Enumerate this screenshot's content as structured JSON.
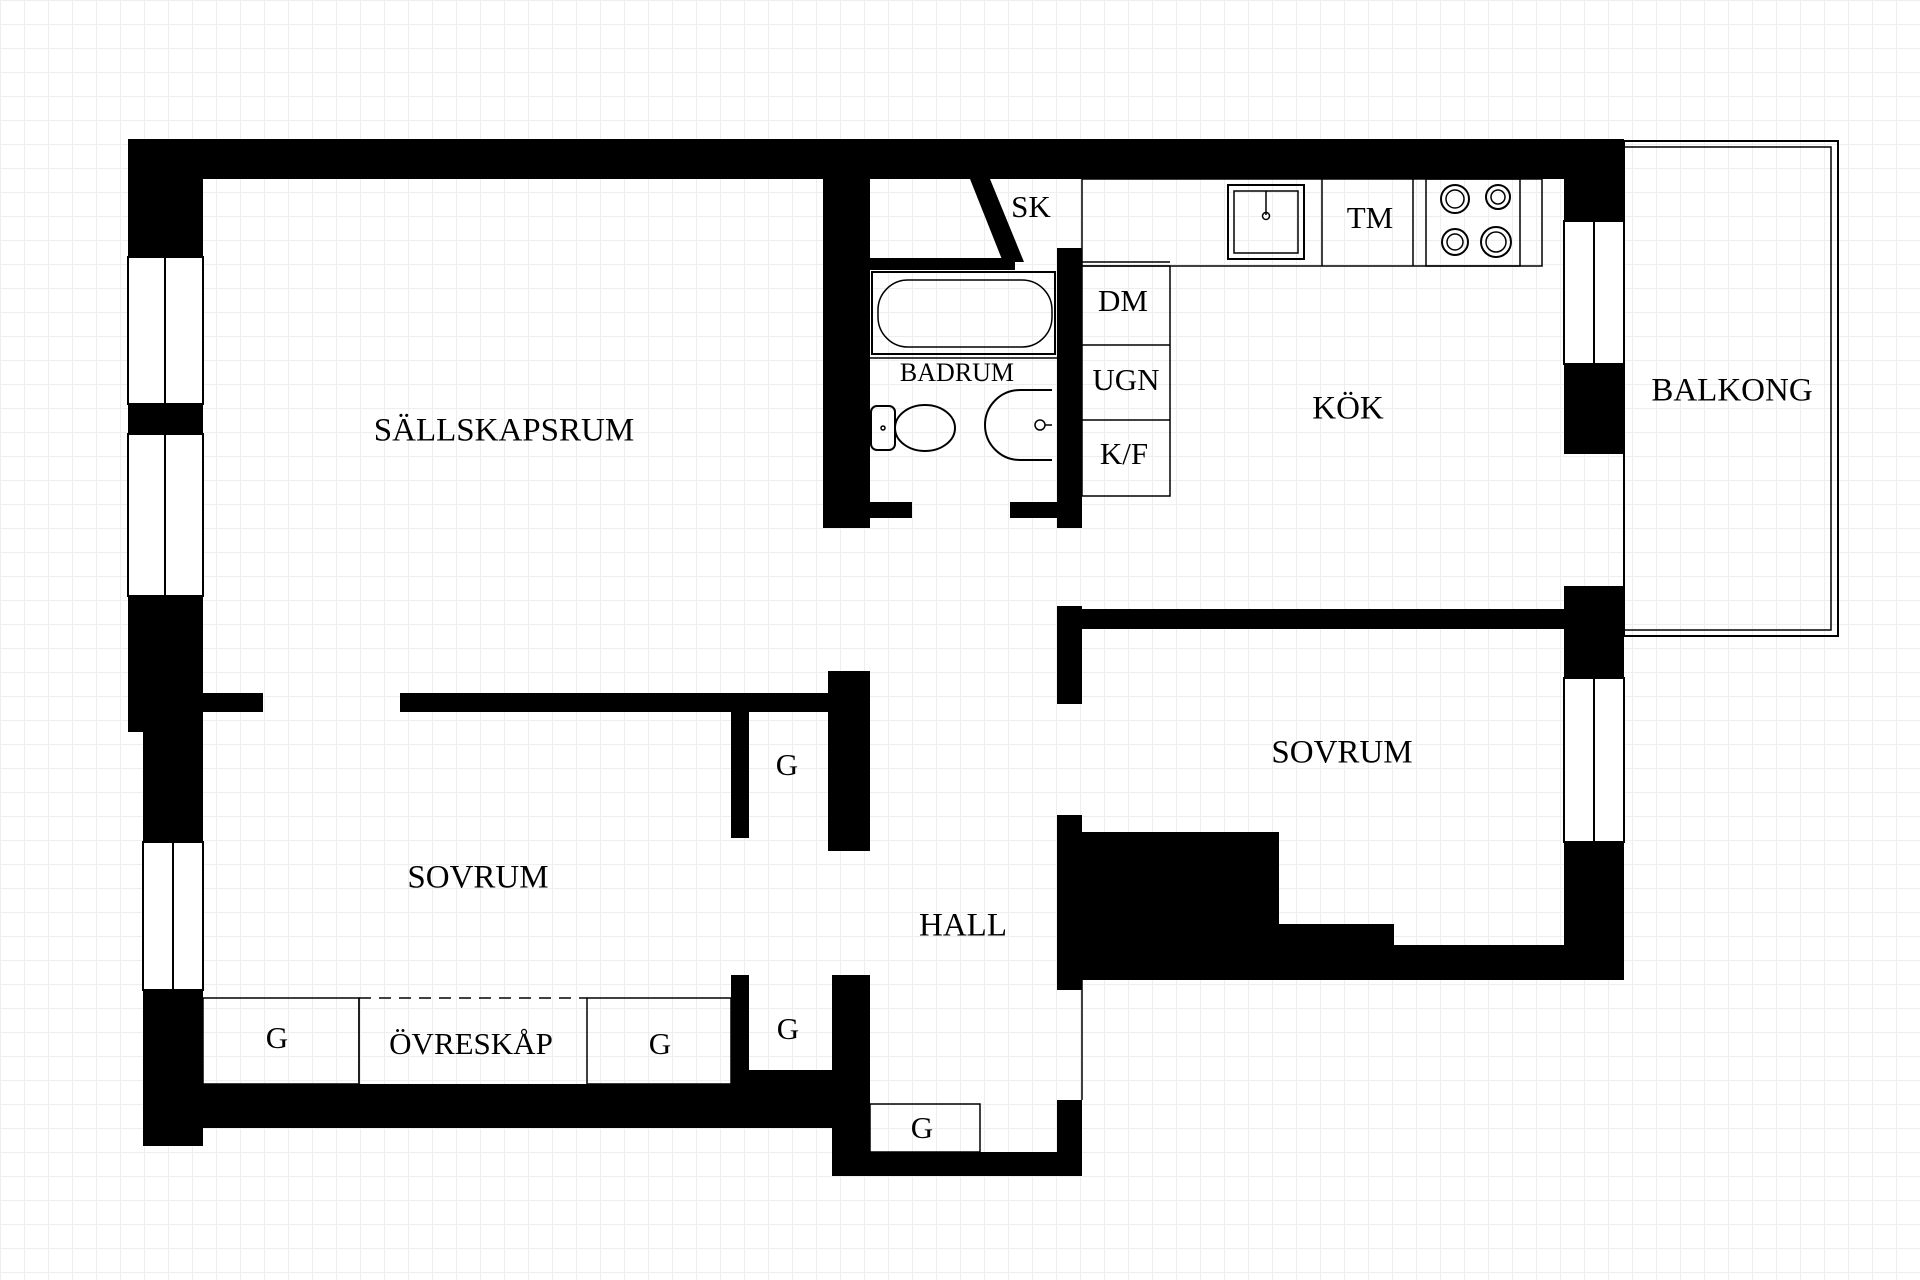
{
  "plan": {
    "rooms": {
      "living": "SÄLLSKAPSRUM",
      "bedroom_left": "SOVRUM",
      "bedroom_right": "SOVRUM",
      "kitchen": "KÖK",
      "bathroom": "BADRUM",
      "hall": "HALL",
      "balcony": "BALKONG"
    },
    "fixtures": {
      "cleaning_closet": "SK",
      "dishwasher": "DM",
      "oven": "UGN",
      "fridge_freezer": "K/F",
      "tumble_dryer": "TM",
      "wardrobe_bottom_left": "G",
      "upper_cabinets": "ÖVRESKÅP",
      "wardrobe_bottom_mid": "G",
      "wardrobe_closet": "G",
      "wardrobe_hall": "G",
      "wardrobe_entry": "G"
    }
  }
}
